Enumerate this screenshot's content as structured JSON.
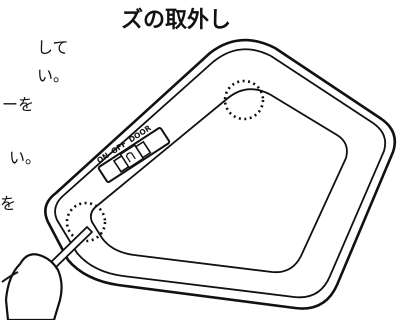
{
  "document": {
    "heading_fragment": "ズの取外し",
    "body_fragments": [
      "して",
      "い。",
      "ーを",
      "い。",
      "を"
    ]
  },
  "switch": {
    "label_on": "ON",
    "label_off": "OFF",
    "label_door": "DOOR"
  },
  "illustration_parts": [
    "lens-cover",
    "switch",
    "screwdriver",
    "removal-point-circle"
  ]
}
